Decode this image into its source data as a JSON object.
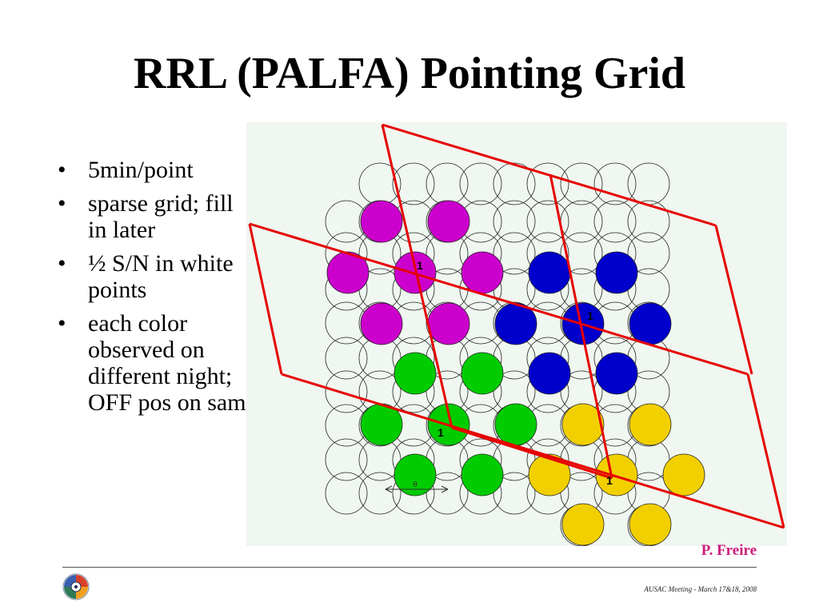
{
  "slide": {
    "title": "RRL (PALFA) Pointing Grid",
    "bullets": [
      "5min/point",
      "sparse grid; fill in later",
      "½ S/N in white points",
      "each color observed on different night; OFF pos on same"
    ],
    "credit": "P. Freire",
    "footer": "AUSAC Meeting - March 17&18, 2008"
  },
  "figure": {
    "background": "#f0f6f0",
    "colors": {
      "magenta": "#cc00cc",
      "blue": "#0000cc",
      "green": "#00cc00",
      "yellow": "#f2d000",
      "frame": "#e60000",
      "ring": "#222222"
    },
    "labels": [
      "1",
      "1",
      "1",
      "1"
    ],
    "scale_label": "θ"
  }
}
